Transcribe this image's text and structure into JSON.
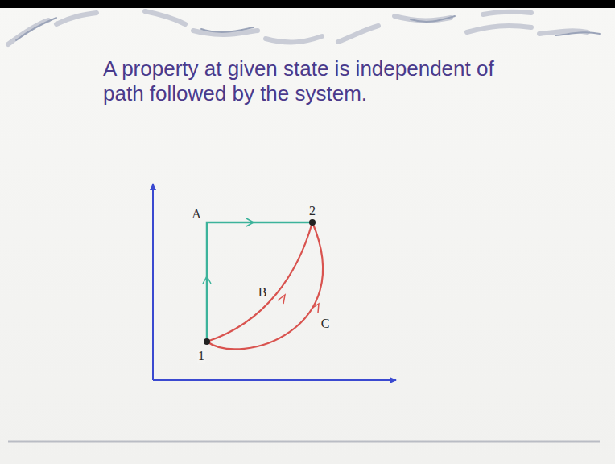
{
  "diagram": {
    "title": "A property at given state is independent of path followed by the system.",
    "labels": [
      "A",
      "2",
      "B",
      "C",
      "1"
    ]
  }
}
